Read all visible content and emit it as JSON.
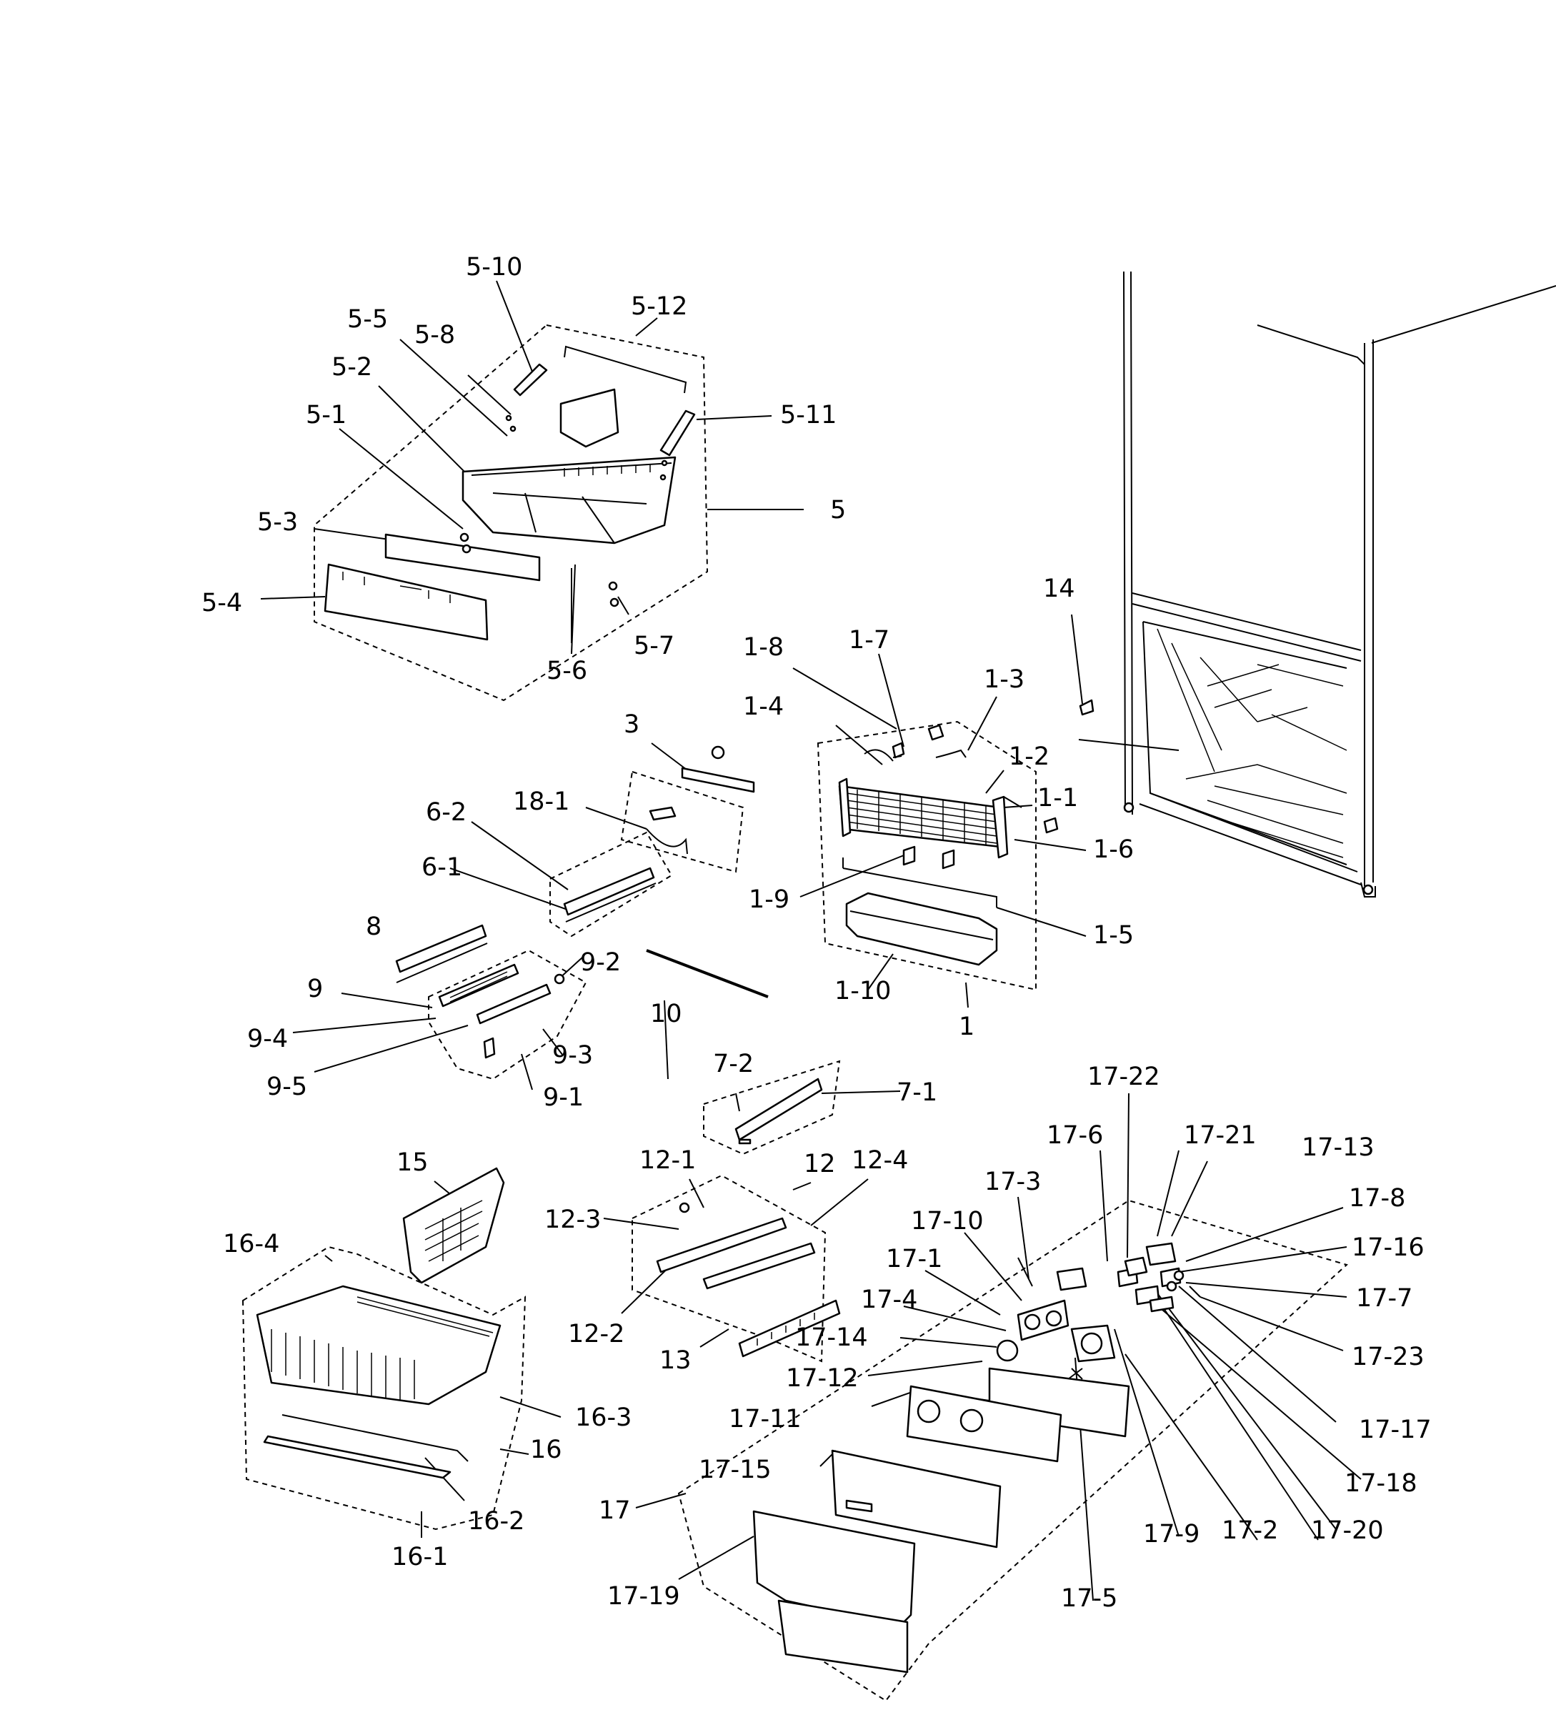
{
  "labels": {
    "l5_10": "5-10",
    "l5_12": "5-12",
    "l5_5": "5-5",
    "l5_8": "5-8",
    "l5_2": "5-2",
    "l5_1": "5-1",
    "l5_11": "5-11",
    "l5": "5",
    "l5_3": "5-3",
    "l5_4": "5-4",
    "l5_7": "5-7",
    "l5_6": "5-6",
    "l14": "14",
    "l1_8": "1-8",
    "l1_7": "1-7",
    "l1_3": "1-3",
    "l1_4": "1-4",
    "l1_2": "1-2",
    "l1_1": "1-1",
    "l1_6": "1-6",
    "l1_9": "1-9",
    "l1_5": "1-5",
    "l1_10": "1-10",
    "l1": "1",
    "l3": "3",
    "l18_1": "18-1",
    "l6_2": "6-2",
    "l6_1": "6-1",
    "l8": "8",
    "l9": "9",
    "l9_2": "9-2",
    "l9_4": "9-4",
    "l9_5": "9-5",
    "l9_3": "9-3",
    "l9_1": "9-1",
    "l10": "10",
    "l7_2": "7-2",
    "l7_1": "7-1",
    "l15": "15",
    "l16_4": "16-4",
    "l16_3": "16-3",
    "l16": "16",
    "l16_2": "16-2",
    "l16_1": "16-1",
    "l12_1": "12-1",
    "l12": "12",
    "l12_4": "12-4",
    "l12_3": "12-3",
    "l12_2": "12-2",
    "l13": "13",
    "l17_22": "17-22",
    "l17_6": "17-6",
    "l17_21": "17-21",
    "l17_13": "17-13",
    "l17_3": "17-3",
    "l17_8": "17-8",
    "l17_10": "17-10",
    "l17_16": "17-16",
    "l17_1": "17-1",
    "l17_7": "17-7",
    "l17_4": "17-4",
    "l17_23": "17-23",
    "l17_14": "17-14",
    "l17_12": "17-12",
    "l17_11": "17-11",
    "l17_17": "17-17",
    "l17_15": "17-15",
    "l17_18": "17-18",
    "l17": "17",
    "l17_9": "17-9",
    "l17_2": "17-2",
    "l17_20": "17-20",
    "l17_19": "17-19",
    "l17_5": "17-5"
  }
}
